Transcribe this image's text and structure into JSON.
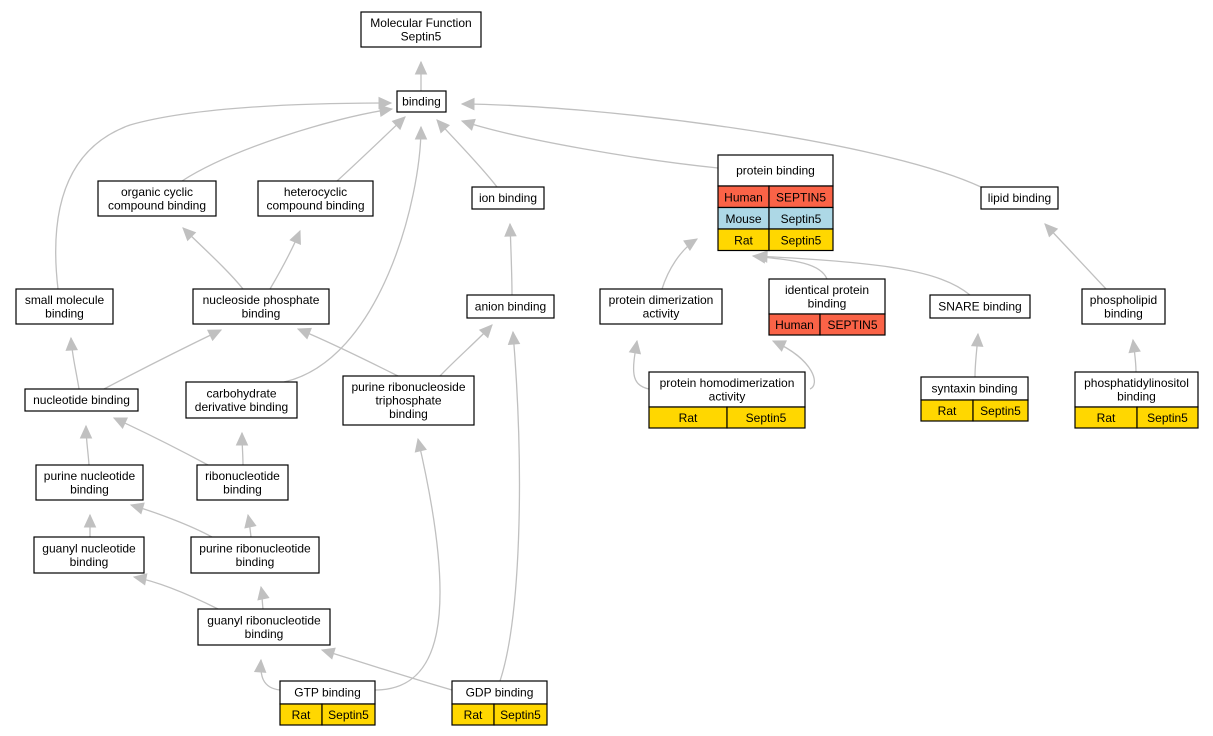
{
  "colors": {
    "human": "#fa6347",
    "mouse": "#add8e6",
    "rat": "#ffd700",
    "edge": "#c0c0c0"
  },
  "nodes": {
    "root": {
      "lines": [
        "Molecular Function",
        "Septin5"
      ]
    },
    "binding": {
      "lines": [
        "binding"
      ]
    },
    "organic_cyclic": {
      "lines": [
        "organic cyclic",
        "compound binding"
      ]
    },
    "heterocyclic": {
      "lines": [
        "heterocyclic",
        "compound binding"
      ]
    },
    "ion_binding": {
      "lines": [
        "ion binding"
      ]
    },
    "protein_binding": {
      "lines": [
        "protein binding"
      ],
      "rows": [
        {
          "species": "Human",
          "gene": "SEPTIN5",
          "color": "human"
        },
        {
          "species": "Mouse",
          "gene": "Septin5",
          "color": "mouse"
        },
        {
          "species": "Rat",
          "gene": "Septin5",
          "color": "rat"
        }
      ]
    },
    "lipid_binding": {
      "lines": [
        "lipid binding"
      ]
    },
    "small_molecule": {
      "lines": [
        "small molecule",
        "binding"
      ]
    },
    "nucleoside_phosphate": {
      "lines": [
        "nucleoside phosphate",
        "binding"
      ]
    },
    "anion_binding": {
      "lines": [
        "anion binding"
      ]
    },
    "protein_dimerization": {
      "lines": [
        "protein dimerization",
        "activity"
      ]
    },
    "identical_protein": {
      "lines": [
        "identical protein",
        "binding"
      ],
      "rows": [
        {
          "species": "Human",
          "gene": "SEPTIN5",
          "color": "human"
        }
      ]
    },
    "snare_binding": {
      "lines": [
        "SNARE binding"
      ]
    },
    "phospholipid": {
      "lines": [
        "phospholipid",
        "binding"
      ]
    },
    "nucleotide_binding": {
      "lines": [
        "nucleotide binding"
      ]
    },
    "carbohydrate_derivative": {
      "lines": [
        "carbohydrate",
        "derivative binding"
      ]
    },
    "purine_ribonucleoside_tp": {
      "lines": [
        "purine ribonucleoside",
        "triphosphate",
        "binding"
      ]
    },
    "protein_homodimerization": {
      "lines": [
        "protein homodimerization",
        "activity"
      ],
      "rows": [
        {
          "species": "Rat",
          "gene": "Septin5",
          "color": "rat"
        }
      ]
    },
    "syntaxin_binding": {
      "lines": [
        "syntaxin binding"
      ],
      "rows": [
        {
          "species": "Rat",
          "gene": "Septin5",
          "color": "rat"
        }
      ]
    },
    "phosphatidylinositol": {
      "lines": [
        "phosphatidylinositol",
        "binding"
      ],
      "rows": [
        {
          "species": "Rat",
          "gene": "Septin5",
          "color": "rat"
        }
      ]
    },
    "purine_nucleotide": {
      "lines": [
        "purine nucleotide",
        "binding"
      ]
    },
    "ribonucleotide": {
      "lines": [
        "ribonucleotide",
        "binding"
      ]
    },
    "guanyl_nucleotide": {
      "lines": [
        "guanyl nucleotide",
        "binding"
      ]
    },
    "purine_ribonucleotide": {
      "lines": [
        "purine ribonucleotide",
        "binding"
      ]
    },
    "guanyl_ribonucleotide": {
      "lines": [
        "guanyl ribonucleotide",
        "binding"
      ]
    },
    "gtp_binding": {
      "lines": [
        "GTP binding"
      ],
      "rows": [
        {
          "species": "Rat",
          "gene": "Septin5",
          "color": "rat"
        }
      ]
    },
    "gdp_binding": {
      "lines": [
        "GDP binding"
      ],
      "rows": [
        {
          "species": "Rat",
          "gene": "Septin5",
          "color": "rat"
        }
      ]
    }
  },
  "edges": [
    [
      "binding",
      "root"
    ],
    [
      "organic_cyclic",
      "binding"
    ],
    [
      "heterocyclic",
      "binding"
    ],
    [
      "ion_binding",
      "binding"
    ],
    [
      "protein_binding",
      "binding"
    ],
    [
      "lipid_binding",
      "binding"
    ],
    [
      "small_molecule",
      "binding"
    ],
    [
      "carbohydrate_derivative",
      "binding"
    ],
    [
      "nucleoside_phosphate",
      "organic_cyclic"
    ],
    [
      "nucleoside_phosphate",
      "heterocyclic"
    ],
    [
      "anion_binding",
      "ion_binding"
    ],
    [
      "protein_dimerization",
      "protein_binding"
    ],
    [
      "identical_protein",
      "protein_binding"
    ],
    [
      "snare_binding",
      "protein_binding"
    ],
    [
      "phospholipid",
      "lipid_binding"
    ],
    [
      "nucleotide_binding",
      "small_molecule"
    ],
    [
      "nucleotide_binding",
      "nucleoside_phosphate"
    ],
    [
      "purine_ribonucleoside_tp",
      "nucleoside_phosphate"
    ],
    [
      "purine_ribonucleoside_tp",
      "anion_binding"
    ],
    [
      "protein_homodimerization",
      "protein_dimerization"
    ],
    [
      "protein_homodimerization",
      "identical_protein"
    ],
    [
      "syntaxin_binding",
      "snare_binding"
    ],
    [
      "phosphatidylinositol",
      "phospholipid"
    ],
    [
      "purine_nucleotide",
      "nucleotide_binding"
    ],
    [
      "ribonucleotide",
      "nucleotide_binding"
    ],
    [
      "ribonucleotide",
      "carbohydrate_derivative"
    ],
    [
      "guanyl_nucleotide",
      "purine_nucleotide"
    ],
    [
      "purine_ribonucleotide",
      "purine_nucleotide"
    ],
    [
      "purine_ribonucleotide",
      "ribonucleotide"
    ],
    [
      "guanyl_ribonucleotide",
      "guanyl_nucleotide"
    ],
    [
      "guanyl_ribonucleotide",
      "purine_ribonucleotide"
    ],
    [
      "gtp_binding",
      "guanyl_ribonucleotide"
    ],
    [
      "gtp_binding",
      "purine_ribonucleoside_tp"
    ],
    [
      "gdp_binding",
      "guanyl_ribonucleotide"
    ],
    [
      "gdp_binding",
      "anion_binding"
    ]
  ]
}
